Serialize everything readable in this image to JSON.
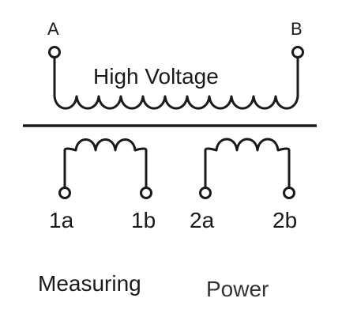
{
  "diagram": {
    "high_voltage_label": "High Voltage",
    "terminal_a_label": "A",
    "terminal_b_label": "B",
    "terminal_1a_label": "1a",
    "terminal_1b_label": "1b",
    "terminal_2a_label": "2a",
    "terminal_2b_label": "2b",
    "measuring_label": "Measuring",
    "power_label": "Power"
  }
}
